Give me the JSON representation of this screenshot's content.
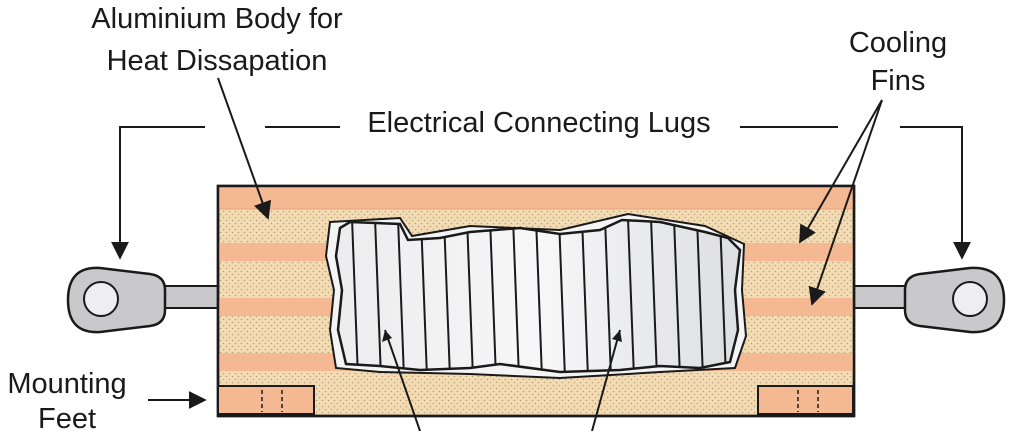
{
  "labels": {
    "body_line1": "Aluminium Body for",
    "body_line2": "Heat Dissapation",
    "lugs": "Electrical Connecting Lugs",
    "fins_line1": "Cooling",
    "fins_line2": "Fins",
    "feet_line1": "Mounting",
    "feet_line2": "Feet"
  },
  "colors": {
    "body_fill": "#f2dcb6",
    "fin_stripe": "#f4b892",
    "outline": "#1a1a1a",
    "wire_fill": "#d9dadd",
    "lug_fill": "#c9c9cc",
    "foot_fill": "#f4b892"
  }
}
